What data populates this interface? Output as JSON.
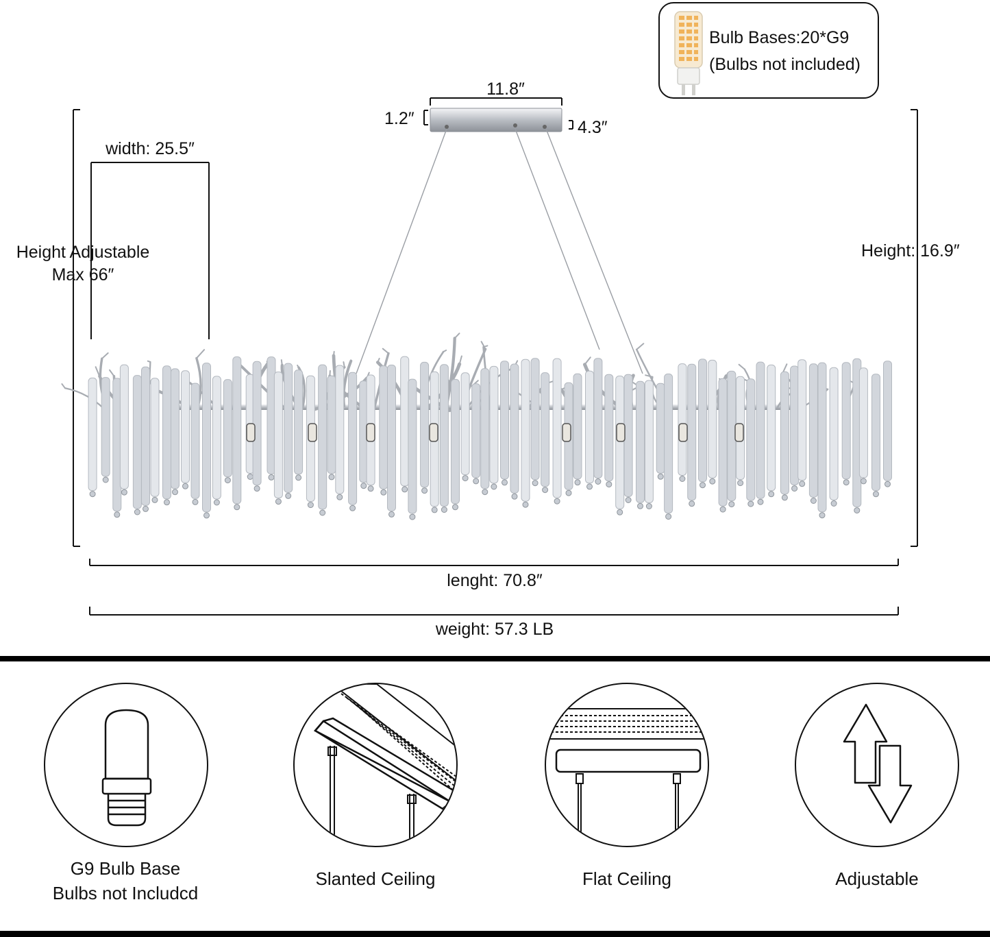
{
  "bulb_info": {
    "line1": "Bulb Bases:20*G9",
    "line2": "(Bulbs not included)"
  },
  "dimensions": {
    "canopy_width": "11.8″",
    "canopy_height": "1.2″",
    "canopy_depth": "4.3″",
    "width": "width: 25.5″",
    "height_adjustable_line1": "Height Adjustable",
    "height_adjustable_line2": "Max 66″",
    "height": "Height: 16.9″",
    "length": "lenght: 70.8″",
    "weight": "weight: 57.3 LB"
  },
  "features": [
    {
      "icon": "bulb-icon",
      "line1": "G9 Bulb Base",
      "line2": "Bulbs not Includcd"
    },
    {
      "icon": "slanted-ceiling-icon",
      "line1": "Slanted Ceiling",
      "line2": ""
    },
    {
      "icon": "flat-ceiling-icon",
      "line1": "Flat Ceiling",
      "line2": ""
    },
    {
      "icon": "adjustable-arrows-icon",
      "line1": "Adjustable",
      "line2": ""
    }
  ],
  "colors": {
    "line": "#111111",
    "chrome": "#b8bcc2",
    "crystal": "#d9dde3"
  }
}
